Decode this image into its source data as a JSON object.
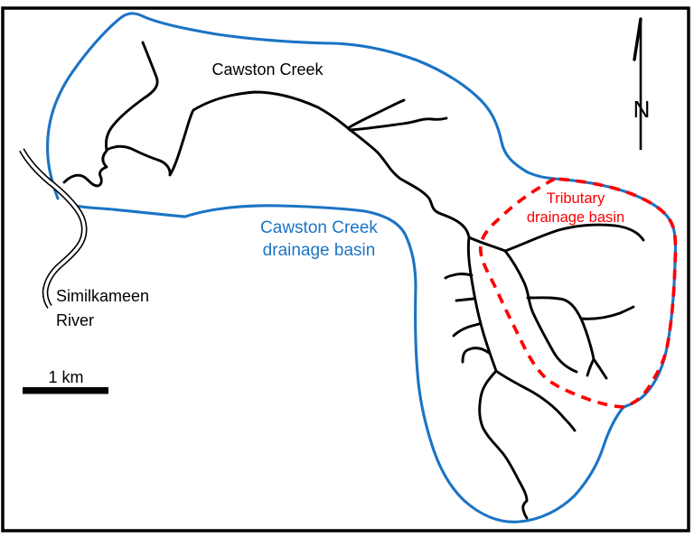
{
  "figure": {
    "type": "drainage-basin-map",
    "description": "Schematic map of Cawston Creek drainage basin with tributary sub-basin, Similkameen River, scale bar and north arrow"
  },
  "labels": {
    "creek": "Cawston Creek",
    "basin": {
      "line1": "Cawston Creek",
      "line2": "drainage basin"
    },
    "tributary": {
      "line1": "Tributary",
      "line2": "drainage basin"
    },
    "river": {
      "line1": "Similkameen",
      "line2": "River"
    },
    "scale": "1 km",
    "north": "N"
  },
  "colors": {
    "basin": "#1B74C5",
    "tributary": "#FE0000",
    "stream": "#000000",
    "border": "#000000",
    "background": "#FFFFFF"
  }
}
